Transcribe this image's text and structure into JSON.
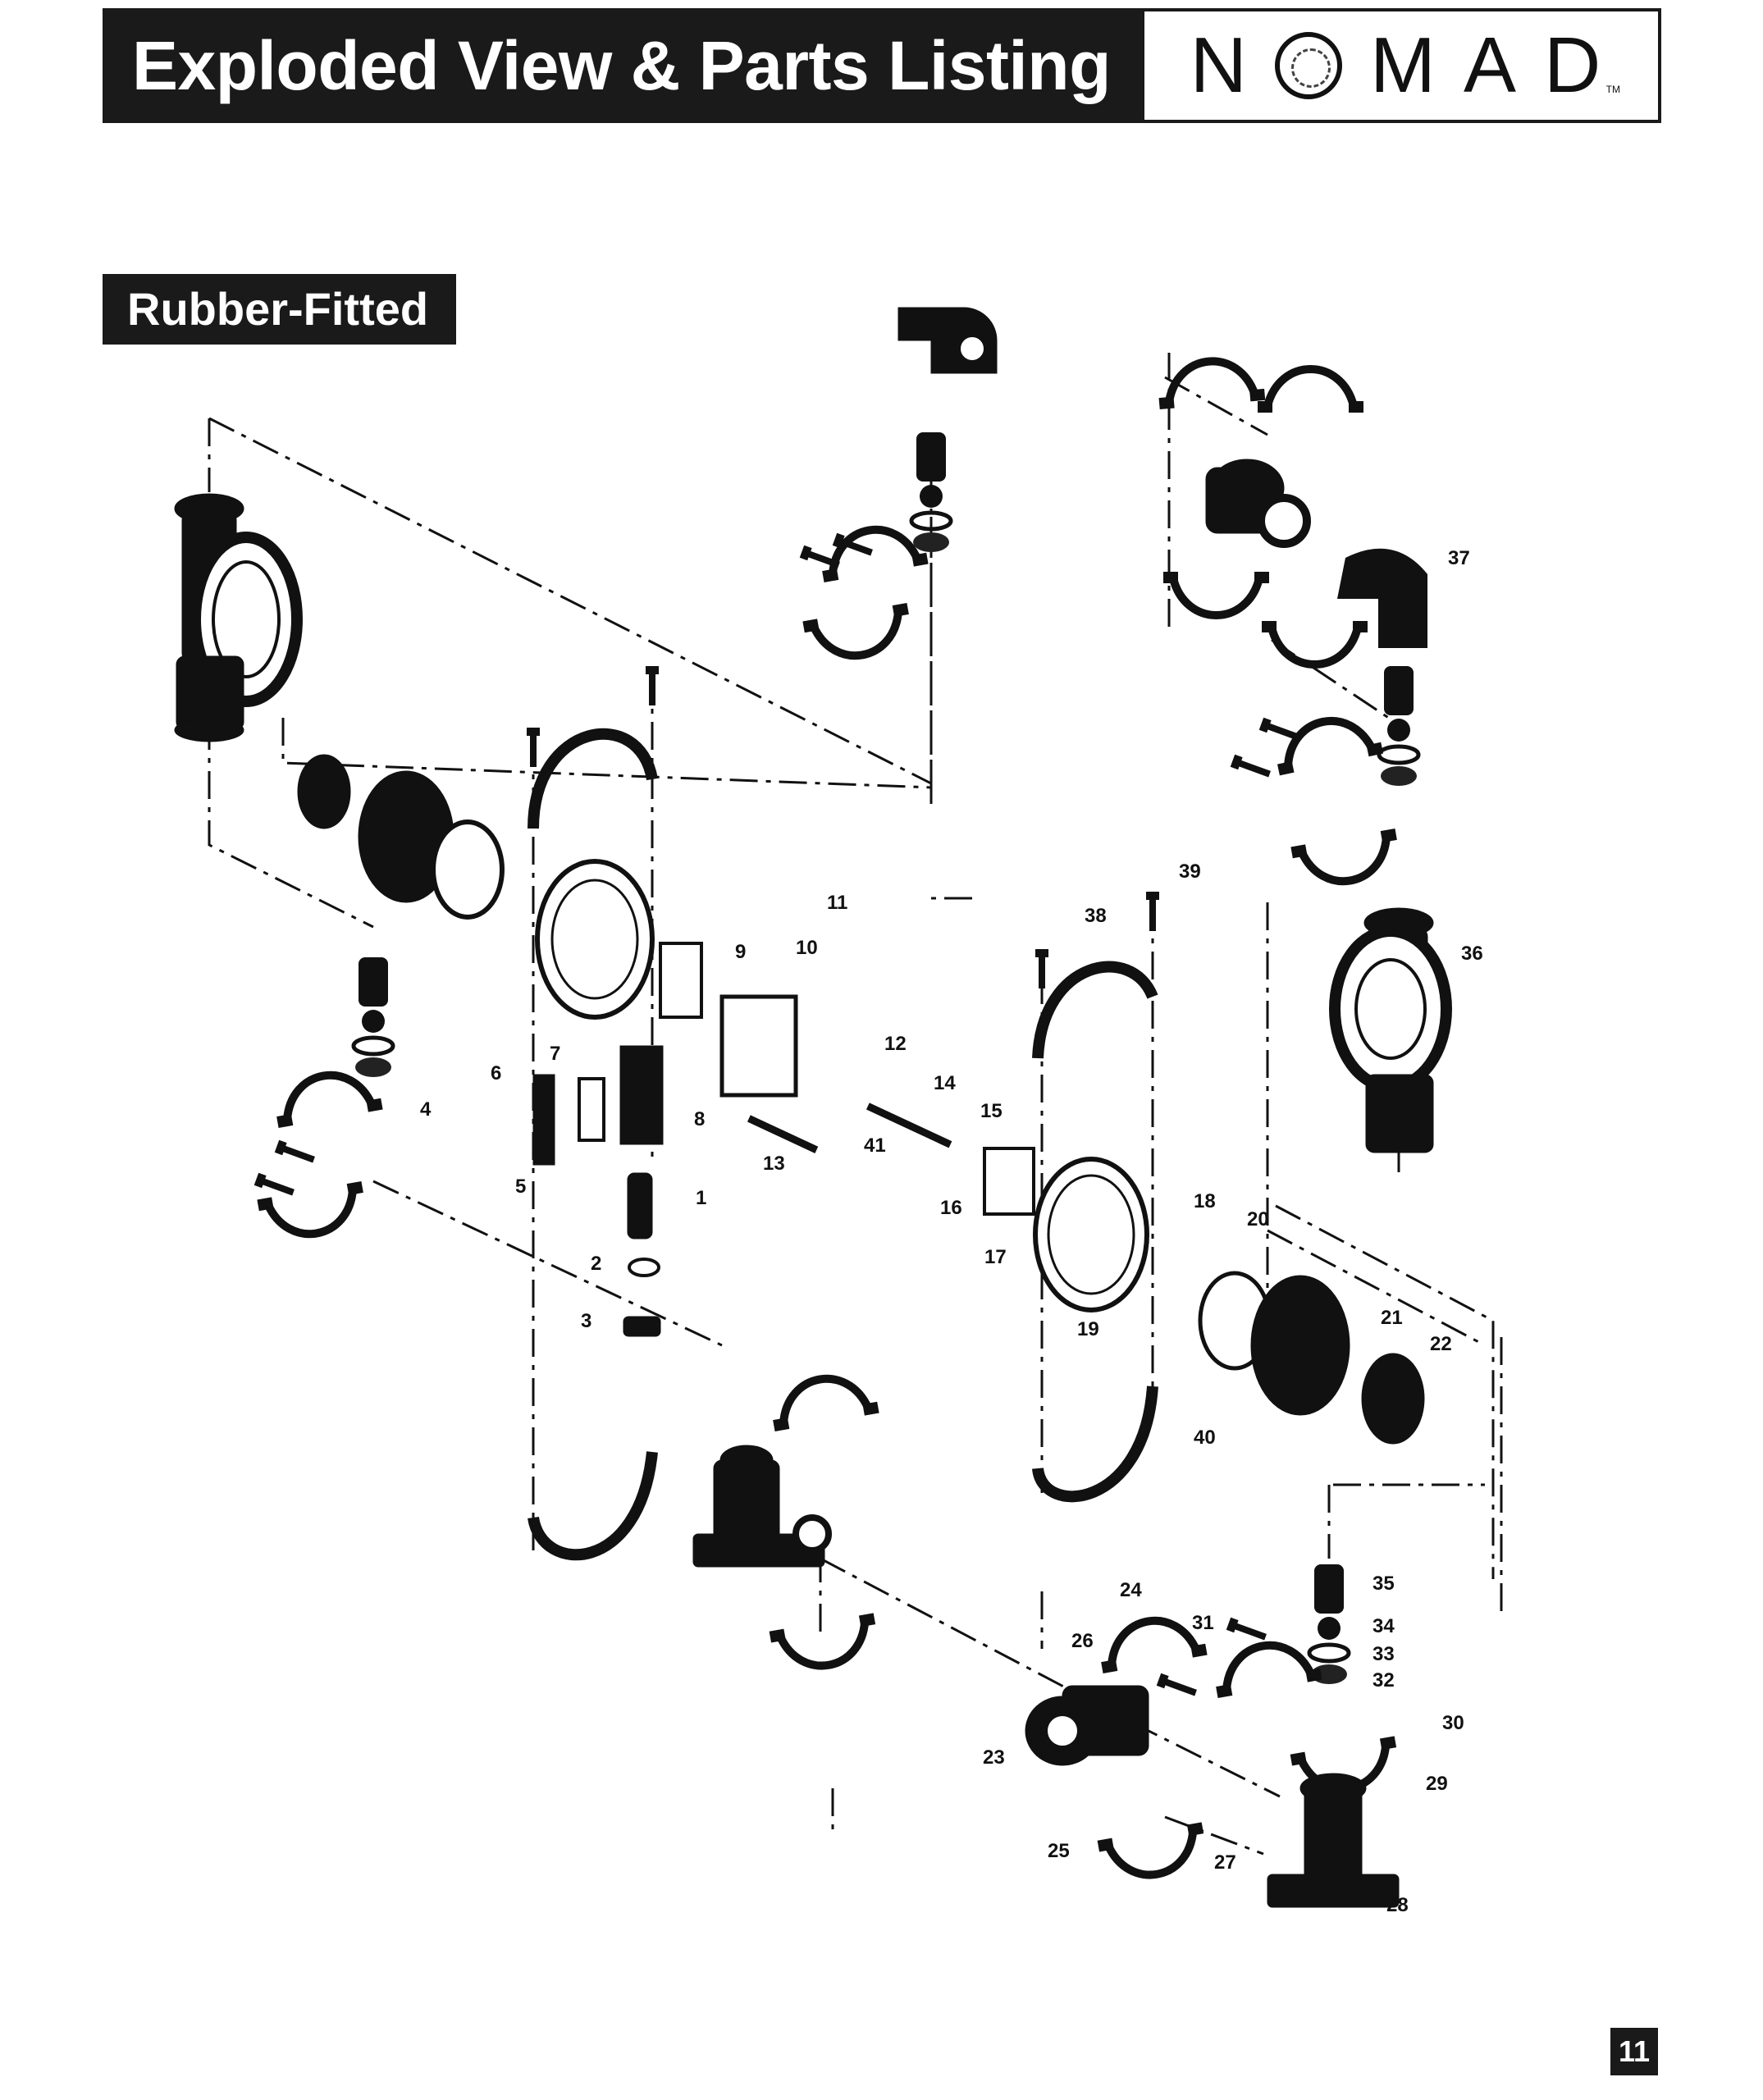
{
  "header": {
    "title": "Exploded View & Parts Listing"
  },
  "logo": {
    "text": "NOMAD",
    "tm": "TM"
  },
  "section": {
    "label": "Rubber-Fitted"
  },
  "page": {
    "number": "11"
  },
  "colors": {
    "ink": "#1a1a1a",
    "paper": "#ffffff"
  },
  "callouts": [
    "1",
    "2",
    "3",
    "4",
    "5",
    "6",
    "7",
    "8",
    "9",
    "10",
    "11",
    "12",
    "13",
    "14",
    "15",
    "16",
    "17",
    "18",
    "19",
    "20",
    "21",
    "22",
    "23",
    "24",
    "25",
    "26",
    "27",
    "28",
    "29",
    "30",
    "31",
    "32",
    "33",
    "34",
    "35",
    "36",
    "37",
    "38",
    "39",
    "40",
    "41"
  ]
}
